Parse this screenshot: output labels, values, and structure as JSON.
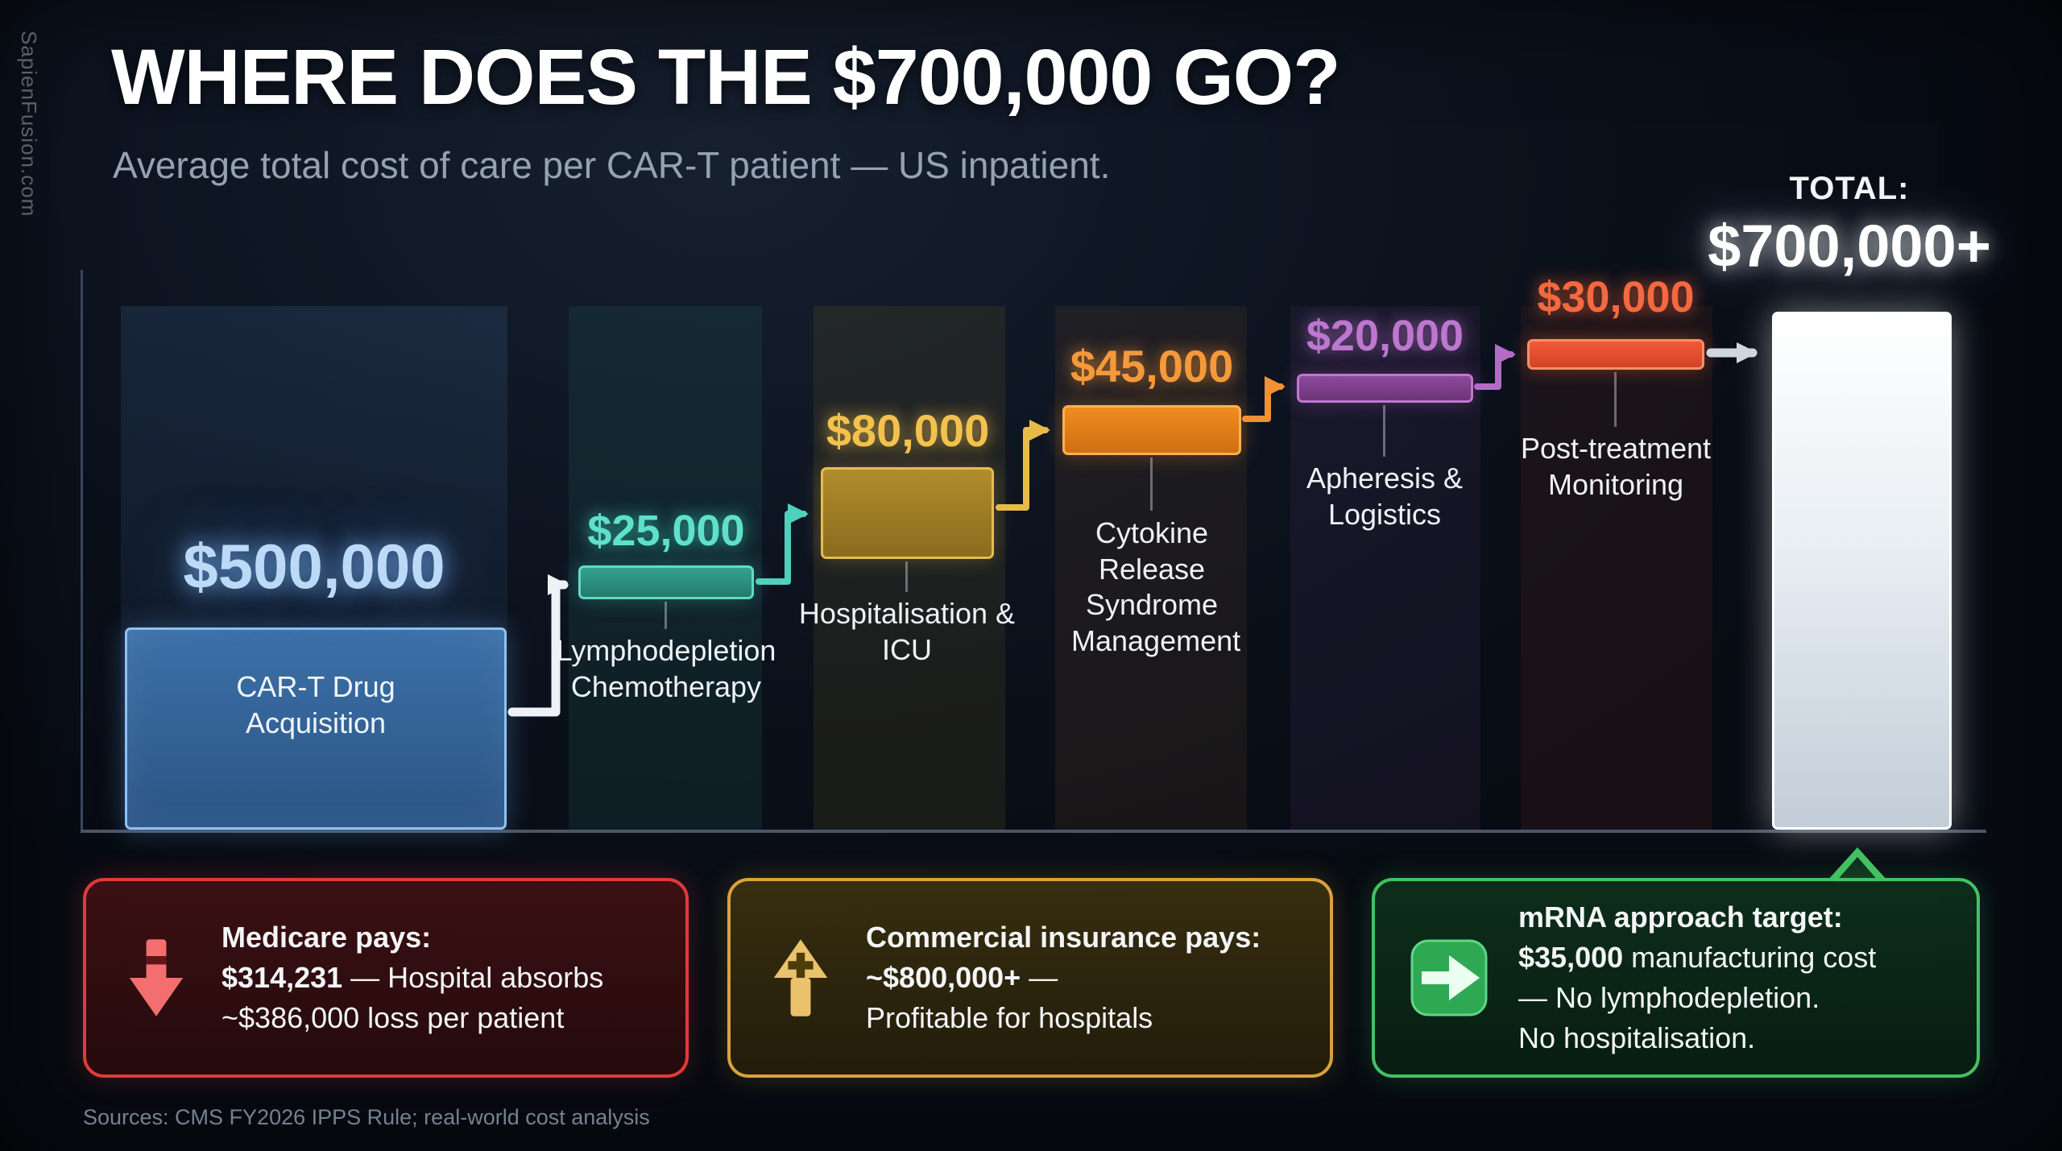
{
  "watermark": "SapienFusion.com",
  "header": {
    "title": "WHERE DOES THE $700,000 GO?",
    "subtitle": "Average total cost of care per CAR-T patient — US inpatient."
  },
  "chart_data": {
    "type": "bar",
    "subtype": "waterfall",
    "title": "WHERE DOES THE $700,000 GO?",
    "subtitle": "Average total cost of care per CAR-T patient — US inpatient.",
    "currency": "USD",
    "grid": false,
    "legend": false,
    "ylim": [
      0,
      700000
    ],
    "categories": [
      "CAR-T Drug Acquisition",
      "Lymphodepletion Chemotherapy",
      "Hospitalisation & ICU",
      "Cytokine Release Syndrome Management",
      "Apheresis & Logistics",
      "Post-treatment Monitoring"
    ],
    "values": [
      500000,
      25000,
      80000,
      45000,
      20000,
      30000
    ],
    "steps": [
      {
        "label": "CAR-T Drug Acquisition",
        "value": 500000,
        "value_label": "$500,000",
        "color": "#4a7fb5"
      },
      {
        "label": "Lymphodepletion Chemotherapy",
        "value": 25000,
        "value_label": "$25,000",
        "color": "#2fa18c"
      },
      {
        "label": "Hospitalisation & ICU",
        "value": 80000,
        "value_label": "$80,000",
        "color": "#c79a2e"
      },
      {
        "label": "Cytokine Release Syndrome Management",
        "value": 45000,
        "value_label": "$45,000",
        "color": "#ef8c1f"
      },
      {
        "label": "Apheresis & Logistics",
        "value": 20000,
        "value_label": "$20,000",
        "color": "#8c4a9c"
      },
      {
        "label": "Post-treatment Monitoring",
        "value": 30000,
        "value_label": "$30,000",
        "color": "#f05a38"
      }
    ],
    "total": {
      "label": "TOTAL:",
      "value": 700000,
      "value_label": "$700,000+",
      "color": "#e9eef3"
    }
  },
  "callouts": [
    {
      "icon": "down-arrow-icon",
      "accent_color": "#e03a3a",
      "line1_bold": "Medicare pays:",
      "line2_bold": "$314,231",
      "line2_rest": " — Hospital absorbs",
      "line3": "~$386,000 loss per patient"
    },
    {
      "icon": "up-arrow-icon",
      "accent_color": "#d9a33c",
      "line1_bold": "Commercial insurance pays:",
      "line2_bold": "~$800,000+",
      "line2_rest": " —",
      "line3": "Profitable for hospitals"
    },
    {
      "icon": "right-arrow-icon",
      "accent_color": "#43c163",
      "line1_bold": "mRNA approach target:",
      "line2_bold": "$35,000",
      "line2_rest": " manufacturing cost",
      "line3": "— No lymphodepletion.",
      "line4": "No hospitalisation."
    }
  ],
  "footer": {
    "sources": "Sources: CMS FY2026 IPPS Rule; real-world cost analysis"
  }
}
